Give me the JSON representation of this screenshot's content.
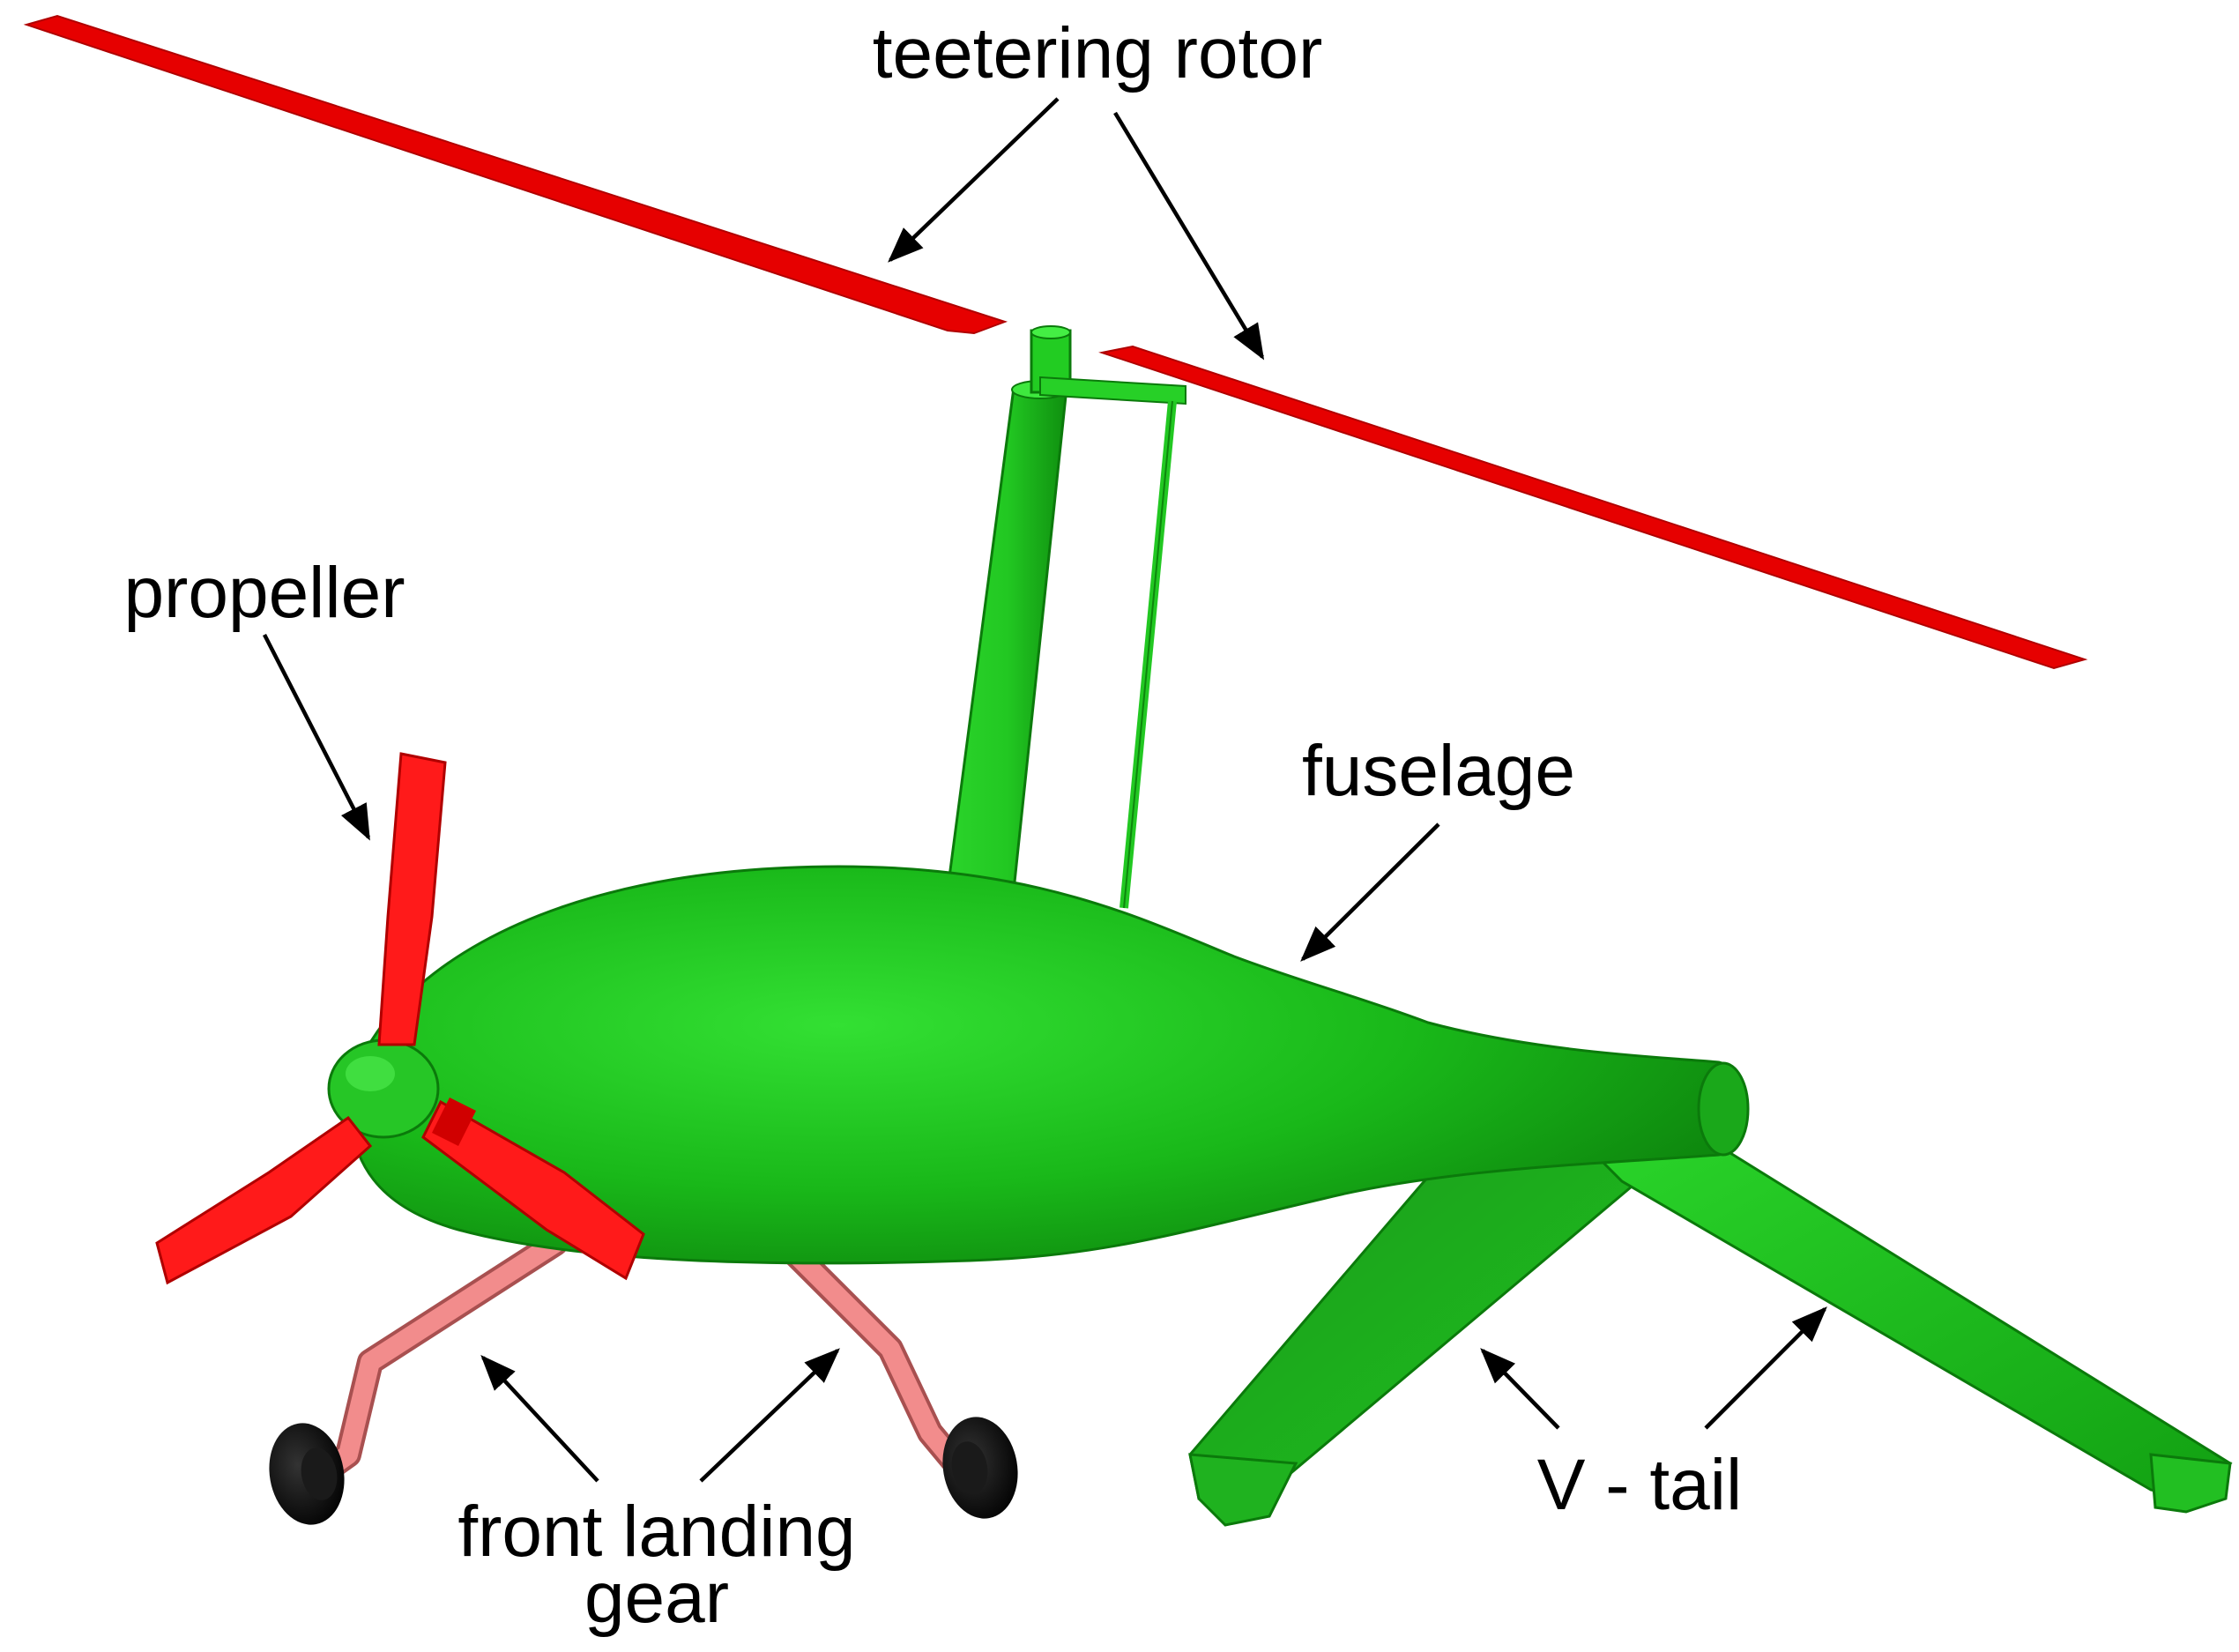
{
  "labels": {
    "teetering_rotor": "teetering rotor",
    "propeller": "propeller",
    "fuselage": "fuselage",
    "front_landing_gear_line1": "front landing",
    "front_landing_gear_line2": "gear",
    "v_tail": "V - tail"
  },
  "colors": {
    "rotor": "#e80000",
    "propeller": "#ff1a1a",
    "fuselage": "#1fc21f",
    "fuselage_dark": "#0e8f0e",
    "fuselage_light": "#3ee83e",
    "landing_gear": "#f08080",
    "wheel": "#000000",
    "arrow": "#000000"
  }
}
